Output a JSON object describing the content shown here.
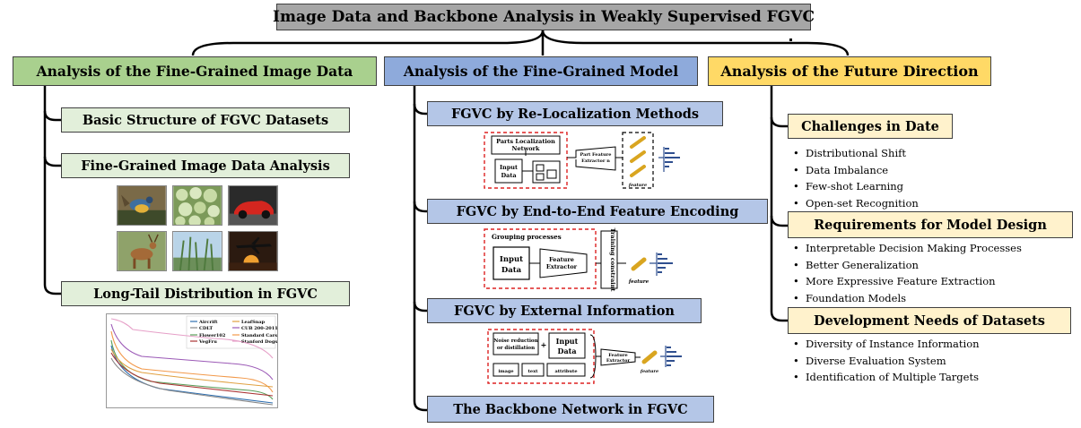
{
  "title": "Image Data and Backbone Analysis in Weakly Supervised FGVC",
  "left": {
    "header": "Analysis of the Fine-Grained Image Data",
    "items": [
      "Basic Structure of FGVC Datasets",
      "Fine-Grained Image Data Analysis",
      "Long-Tail Distribution in FGVC"
    ],
    "legend": [
      "Aircrift",
      "CDLT",
      "Flower102",
      "VegFru",
      "LeafSnap",
      "CUB 200-2011",
      "Standard Cars",
      "Stanford Dogs"
    ]
  },
  "middle": {
    "header": "Analysis of the Fine-Grained Model",
    "items": [
      "FGVC by Re-Localization Methods",
      "FGVC by End-to-End Feature Encoding",
      "FGVC by External Information",
      "The Backbone Network in FGVC"
    ],
    "d1": {
      "parts": "Parts Localization",
      "network": "Network",
      "input": "Input",
      "data": "Data",
      "extractor1": "Part Feature",
      "extractor2": "Extractor n",
      "feature": "feature"
    },
    "d2": {
      "group": "Grouping processes",
      "input": "Input",
      "data": "Data",
      "feat": "Feature",
      "extr": "Extractor",
      "constraint": "Training constraint",
      "feature": "feature"
    },
    "d3": {
      "noise1": "Noise reduction",
      "noise2": "or distillation",
      "plus": "+",
      "input": "Input",
      "data": "Data",
      "image": "image",
      "text": "text",
      "attribute": "attribute",
      "feat": "Feature",
      "extr": "Extractor",
      "feature": "feature"
    }
  },
  "right": {
    "header": "Analysis of the Future Direction",
    "sections": [
      {
        "title": "Challenges in Date",
        "bullets": [
          "Distributional Shift",
          "Data Imbalance",
          "Few-shot Learning",
          "Open-set Recognition"
        ]
      },
      {
        "title": "Requirements for Model Design",
        "bullets": [
          "Interpretable Decision Making Processes",
          "Better Generalization",
          "More Expressive Feature Extraction",
          "Foundation Models"
        ]
      },
      {
        "title": "Development Needs of Datasets",
        "bullets": [
          "Diversity of Instance Information",
          "Diverse Evaluation System",
          "Identification of Multiple Targets"
        ]
      }
    ]
  }
}
